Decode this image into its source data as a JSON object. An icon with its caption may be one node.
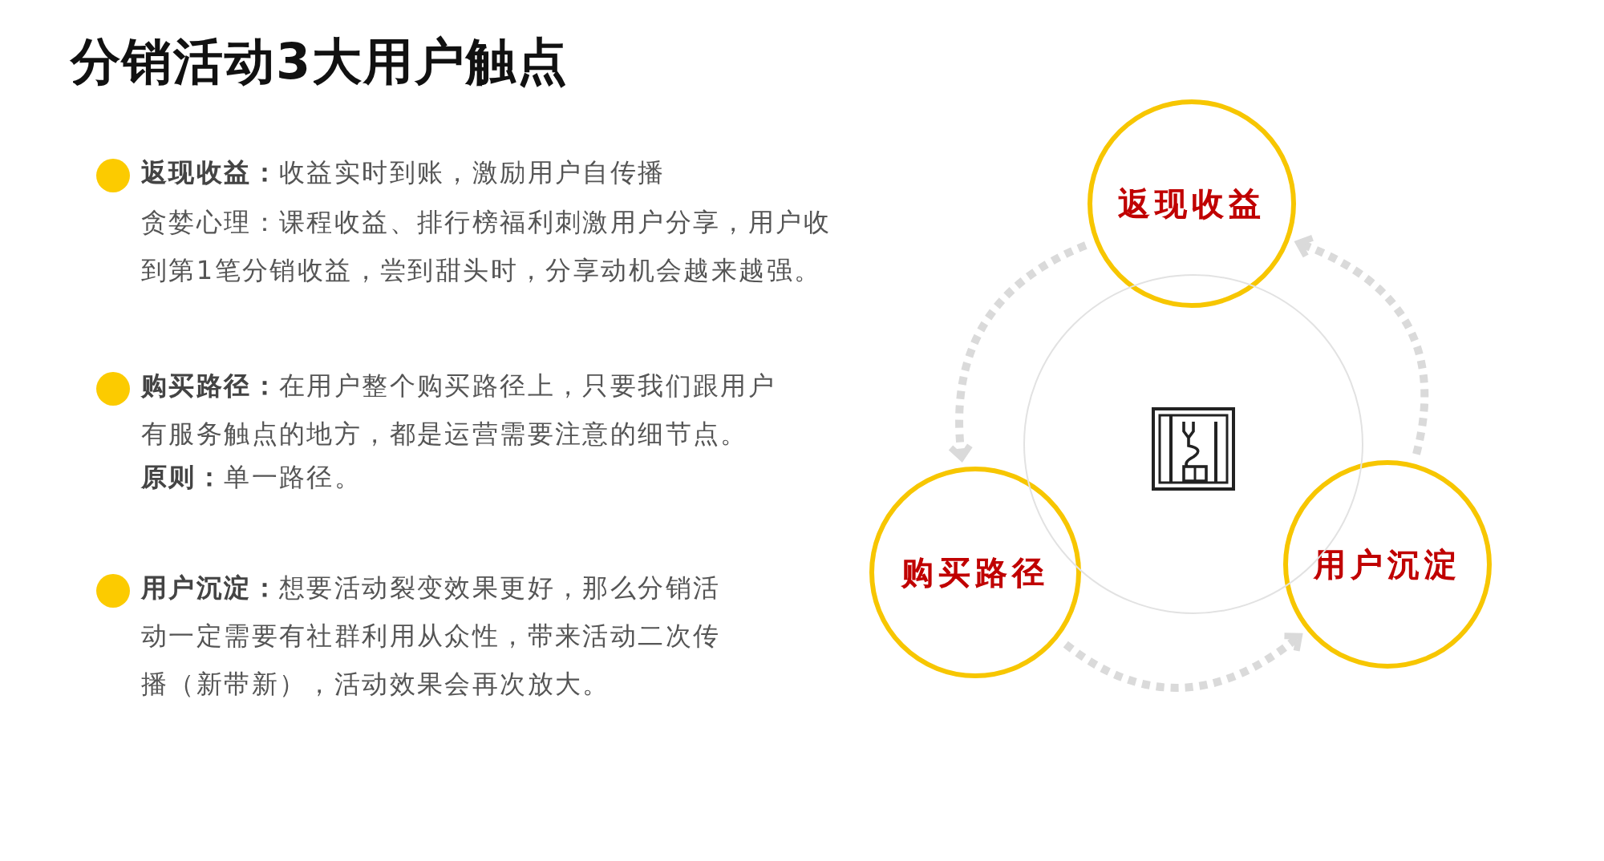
{
  "diagram": {
    "title": "分销活动3大用户触点",
    "nodes": [
      {
        "text": [
          "返现收益"
        ]
      },
      {
        "text": [
          "购买路径"
        ]
      },
      {
        "text": [
          "用户沉淀"
        ]
      },
      {
        "text": [],
        "shape": "circle"
      }
    ],
    "edges": [
      {
        "from": 0,
        "to": 1,
        "arrow": "to",
        "style": "dashed"
      },
      {
        "from": 1,
        "to": 2,
        "arrow": "to",
        "style": "dashed"
      },
      {
        "from": 2,
        "to": 0,
        "arrow": "to",
        "style": "dashed"
      }
    ],
    "labels": [
      "**返现收益：**收益实时到账，激励用户自传播",
      "贪婪心理：课程收益、排行榜福利刺激用户分享，用户收到第1笔分销收益，尝到甜头时，分享动机会越来越强。",
      "**购买路径：**在用户整个购买路径上，只要我们跟用户有服务触点的地方，都是运营需要注意的细节点。",
      "**原则：**单一路径。",
      "**用户沉淀：**想要活动裂变效果更好，那么分销活动一定需要有社群利用从众性，带来活动二次传播（新带新），活动效果会再次放大。"
    ]
  }
}
